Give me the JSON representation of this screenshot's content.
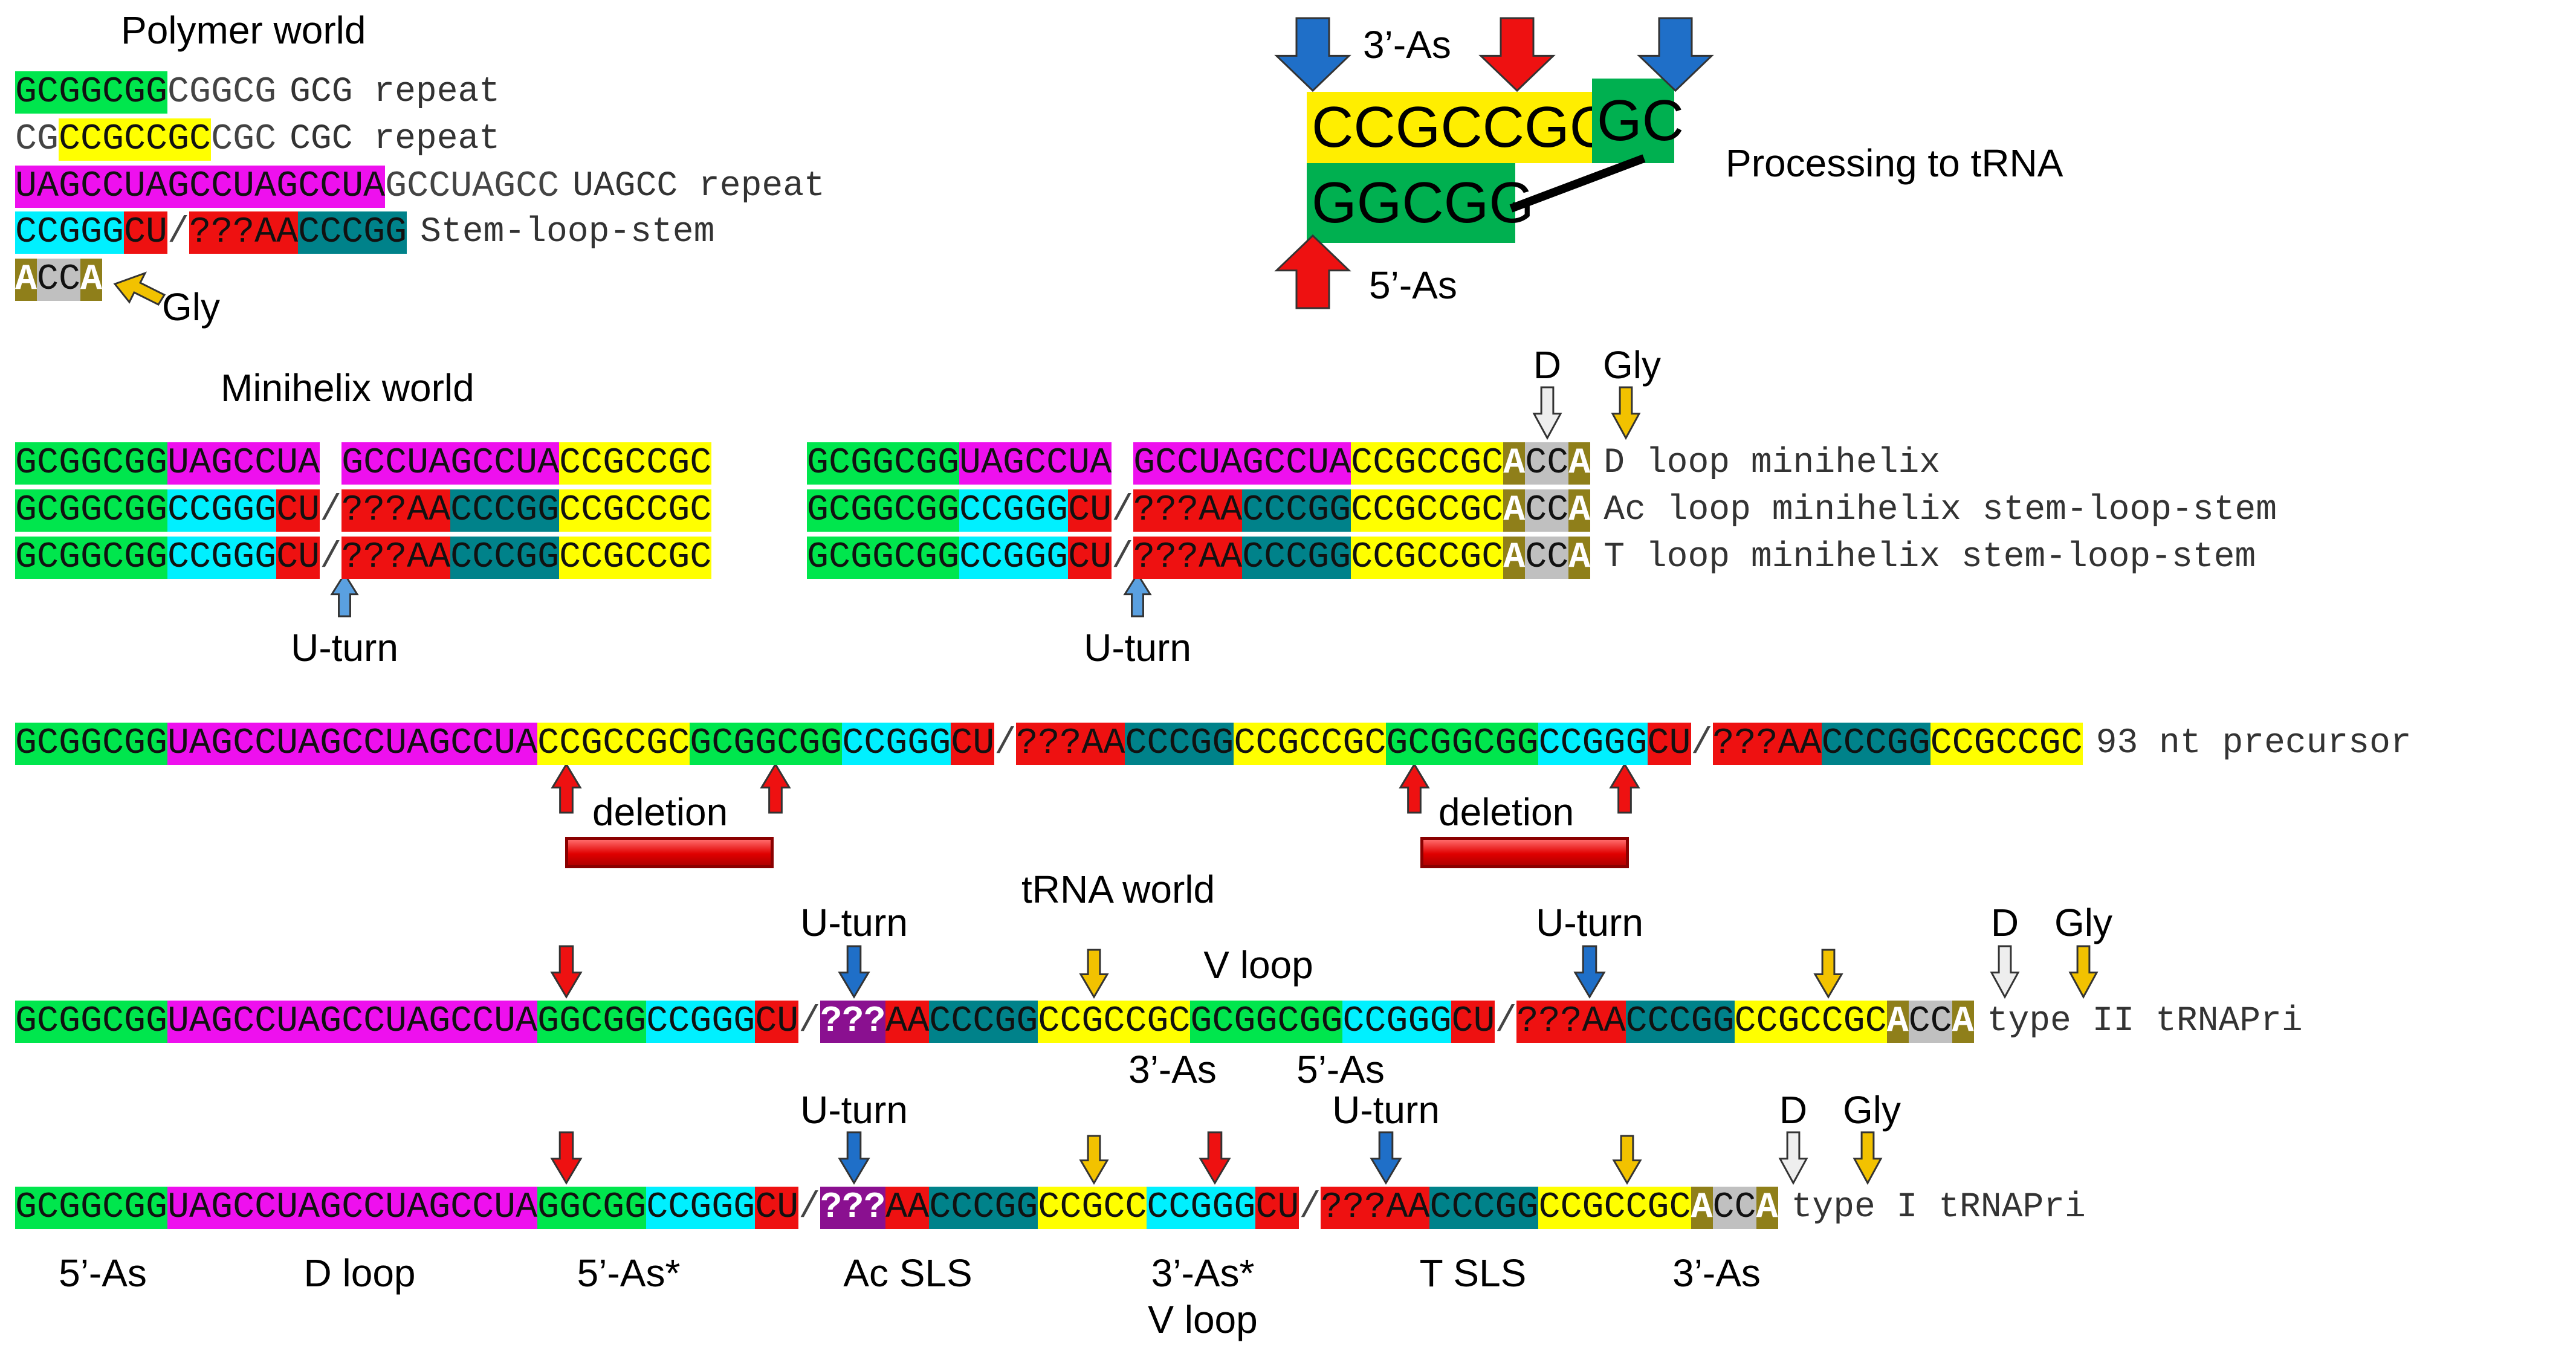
{
  "colors": {
    "g": "#00e64d",
    "y": "#ffff00",
    "m": "#ee10ee",
    "c": "#00f0ff",
    "r": "#ee1111",
    "t": "#00828a",
    "o": "#8f7f1a",
    "s": "#c0c0c0",
    "p": "#8a1090",
    "w": "#ffffff",
    "box_yellow": "#ffee00",
    "box_green": "#00b050",
    "arrow_red": "#ee1111",
    "arrow_blue": "#1f6fc8",
    "arrow_gold": "#f2c200",
    "arrow_white": "#eeeeee"
  },
  "titles": {
    "polymer": "Polymer world",
    "minihelix": "Minihelix world",
    "trna": "tRNA world",
    "processing": "Processing to tRNA"
  },
  "processing_box": {
    "top_seq": "CCGCCGC",
    "top_green": "GC",
    "bottom_seq": "GGCGG",
    "label_top": "3’-As",
    "label_bottom": "5’-As"
  },
  "polymer_rows": [
    {
      "segs": [
        [
          "GCGGCGG",
          "g"
        ],
        [
          "CGGCG",
          "w"
        ]
      ],
      "tail": "GCG repeat"
    },
    {
      "segs": [
        [
          "CG",
          "w"
        ],
        [
          "CCGCCGC",
          "y"
        ],
        [
          "CGC",
          "w"
        ]
      ],
      "tail": "CGC repeat"
    },
    {
      "segs": [
        [
          "UAGCCUAGCCUAGCCUA",
          "m"
        ],
        [
          "GCCUAGCC",
          "w"
        ]
      ],
      "tail": "UAGCC repeat"
    },
    {
      "segs": [
        [
          "CCGGG",
          "c"
        ],
        [
          "CU",
          "r"
        ],
        [
          "/",
          "w"
        ],
        [
          "???AA",
          "r"
        ],
        [
          "CCCGG",
          "t"
        ]
      ],
      "tail": "Stem-loop-stem"
    },
    {
      "segs": [
        [
          "A",
          "o"
        ],
        [
          "CC",
          "s"
        ],
        [
          "A",
          "o"
        ]
      ],
      "tail": ""
    }
  ],
  "polymer_gly_label": "Gly",
  "minihelix_left": [
    {
      "segs": [
        [
          "GCGGCGG",
          "g"
        ],
        [
          "UAGCCUA",
          "m"
        ],
        [
          " ",
          "w"
        ],
        [
          "GCCUAGCCUA",
          "m"
        ],
        [
          "CCGCCGC",
          "y"
        ]
      ]
    },
    {
      "segs": [
        [
          "GCGGCGG",
          "g"
        ],
        [
          "CCGGG",
          "c"
        ],
        [
          "CU",
          "r"
        ],
        [
          "/",
          "w"
        ],
        [
          "???AA",
          "r"
        ],
        [
          "CCCGG",
          "t"
        ],
        [
          "CCGCCGC",
          "y"
        ]
      ]
    },
    {
      "segs": [
        [
          "GCGGCGG",
          "g"
        ],
        [
          "CCGGG",
          "c"
        ],
        [
          "CU",
          "r"
        ],
        [
          "/",
          "w"
        ],
        [
          "???AA",
          "r"
        ],
        [
          "CCCGG",
          "t"
        ],
        [
          "CCGCCGC",
          "y"
        ]
      ]
    }
  ],
  "minihelix_right": [
    {
      "segs": [
        [
          "GCGGCGG",
          "g"
        ],
        [
          "UAGCCUA",
          "m"
        ],
        [
          " ",
          "w"
        ],
        [
          "GCCUAGCCUA",
          "m"
        ],
        [
          "CCGCCGC",
          "y"
        ],
        [
          "A",
          "o"
        ],
        [
          "CC",
          "s"
        ],
        [
          "A",
          "o"
        ]
      ],
      "tail": "D loop minihelix"
    },
    {
      "segs": [
        [
          "GCGGCGG",
          "g"
        ],
        [
          "CCGGG",
          "c"
        ],
        [
          "CU",
          "r"
        ],
        [
          "/",
          "w"
        ],
        [
          "???AA",
          "r"
        ],
        [
          "CCCGG",
          "t"
        ],
        [
          "CCGCCGC",
          "y"
        ],
        [
          "A",
          "o"
        ],
        [
          "CC",
          "s"
        ],
        [
          "A",
          "o"
        ]
      ],
      "tail": "Ac loop minihelix stem-loop-stem"
    },
    {
      "segs": [
        [
          "GCGGCGG",
          "g"
        ],
        [
          "CCGGG",
          "c"
        ],
        [
          "CU",
          "r"
        ],
        [
          "/",
          "w"
        ],
        [
          "???AA",
          "r"
        ],
        [
          "CCCGG",
          "t"
        ],
        [
          "CCGCCGC",
          "y"
        ],
        [
          "A",
          "o"
        ],
        [
          "CC",
          "s"
        ],
        [
          "A",
          "o"
        ]
      ],
      "tail": "T loop minihelix stem-loop-stem"
    }
  ],
  "minihelix_labels": {
    "uturn": "U-turn",
    "d": "D",
    "gly": "Gly"
  },
  "precursor": {
    "segs": [
      [
        "GCGGCGG",
        "g"
      ],
      [
        "UAGCCUAGCCUAGCCUA",
        "m"
      ],
      [
        "CCGCCGC",
        "y"
      ],
      [
        "GCGGCGG",
        "g"
      ],
      [
        "CCGGG",
        "c"
      ],
      [
        "CU",
        "r"
      ],
      [
        "/",
        "w"
      ],
      [
        "???AA",
        "r"
      ],
      [
        "CCCGG",
        "t"
      ],
      [
        "CCGCCGC",
        "y"
      ],
      [
        "GCGGCGG",
        "g"
      ],
      [
        "CCGGG",
        "c"
      ],
      [
        "CU",
        "r"
      ],
      [
        "/",
        "w"
      ],
      [
        "???AA",
        "r"
      ],
      [
        "CCCGG",
        "t"
      ],
      [
        "CCGCCGC",
        "y"
      ]
    ],
    "tail": "93 nt precursor",
    "deletion_label": "deletion"
  },
  "type2": {
    "segs": [
      [
        "GCGGCGG",
        "g"
      ],
      [
        "UAGCCUAGCCUAGCCUA",
        "m"
      ],
      [
        "GGCGG",
        "g"
      ],
      [
        "CCGGG",
        "c"
      ],
      [
        "CU",
        "r"
      ],
      [
        "/",
        "w"
      ],
      [
        "???",
        "p"
      ],
      [
        "AA",
        "r"
      ],
      [
        "CCCGG",
        "t"
      ],
      [
        "CCGCCGC",
        "y"
      ],
      [
        "GCGGCGG",
        "g"
      ],
      [
        "CCGGG",
        "c"
      ],
      [
        "CU",
        "r"
      ],
      [
        "/",
        "w"
      ],
      [
        "???AA",
        "r"
      ],
      [
        "CCCGG",
        "t"
      ],
      [
        "CCGCCGC",
        "y"
      ],
      [
        "A",
        "o"
      ],
      [
        "CC",
        "s"
      ],
      [
        "A",
        "o"
      ]
    ],
    "tail": "type II tRNAPri",
    "labels": {
      "uturn1": "U-turn",
      "uturn2": "U-turn",
      "vloop": "V loop",
      "as3": "3’-As",
      "as5": "5’-As",
      "d": "D",
      "gly": "Gly"
    }
  },
  "type1": {
    "segs": [
      [
        "GCGGCGG",
        "g"
      ],
      [
        "UAGCCUAGCCUAGCCUA",
        "m"
      ],
      [
        "GGCGG",
        "g"
      ],
      [
        "CCGGG",
        "c"
      ],
      [
        "CU",
        "r"
      ],
      [
        "/",
        "w"
      ],
      [
        "???",
        "p"
      ],
      [
        "AA",
        "r"
      ],
      [
        "CCCGG",
        "t"
      ],
      [
        "CCGCC",
        "y"
      ],
      [
        "CCGGG",
        "c"
      ],
      [
        "CU",
        "r"
      ],
      [
        "/",
        "w"
      ],
      [
        "???AA",
        "r"
      ],
      [
        "CCCGG",
        "t"
      ],
      [
        "CCGCCGC",
        "y"
      ],
      [
        "A",
        "o"
      ],
      [
        "CC",
        "s"
      ],
      [
        "A",
        "o"
      ]
    ],
    "tail": "type I tRNAPri",
    "labels": {
      "uturn1": "U-turn",
      "uturn2": "U-turn",
      "d": "D",
      "gly": "Gly"
    },
    "bottom": {
      "as5": "5’-As",
      "dloop": "D loop",
      "as5s": "5’-As*",
      "acsls": "Ac SLS",
      "as3s": "3’-As*",
      "vloop": "V loop",
      "tsls": "T SLS",
      "as3": "3’-As"
    }
  }
}
